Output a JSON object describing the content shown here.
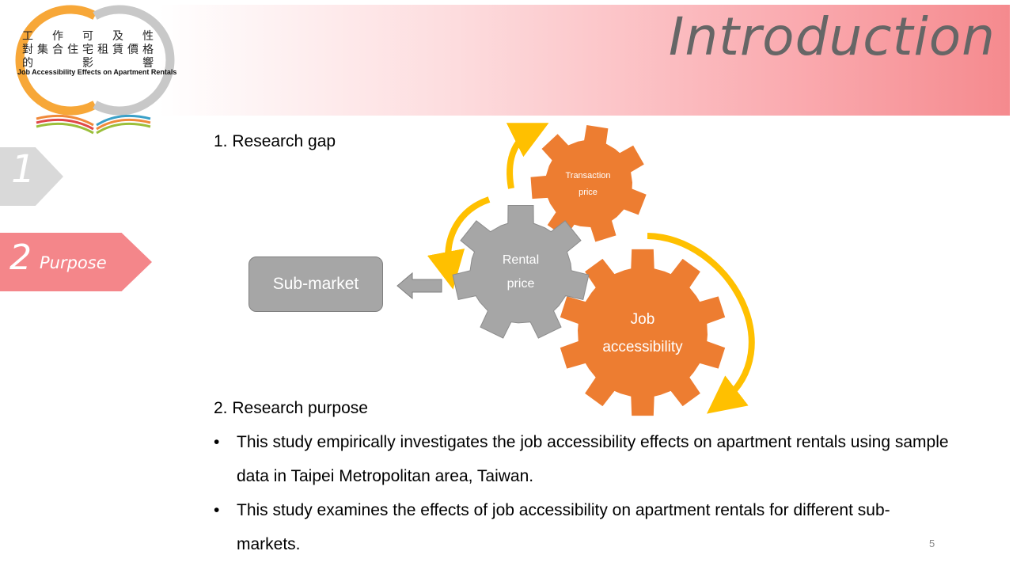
{
  "header": {
    "title": "Introduction"
  },
  "logo": {
    "cjk_rows": [
      [
        "工",
        "作",
        "可",
        "及",
        "性"
      ],
      [
        "對",
        "集",
        "合",
        "住",
        "宅",
        "租",
        "賃",
        "價",
        "格"
      ],
      [
        "的",
        "",
        "影",
        "",
        "響"
      ]
    ],
    "english": "Job Accessibility Effects on Apartment Rentals"
  },
  "nav": {
    "items": [
      {
        "number": "1",
        "label": ""
      },
      {
        "number": "2",
        "label": "Purpose"
      }
    ]
  },
  "content": {
    "section_1_heading": "1. Research gap",
    "section_2_heading": "2. Research purpose",
    "bullets": [
      "This study empirically investigates the job accessibility effects on apartment rentals using sample data in Taipei Metropolitan area, Taiwan.",
      "This study examines the effects of job accessibility on apartment rentals for different sub-markets."
    ],
    "bullet_symbol": "•"
  },
  "diagram": {
    "submarket_label": "Sub-market",
    "gears": {
      "job": "Job accessibility",
      "job_line1": "Job",
      "job_line2": "accessibility",
      "rental_line1": "Rental",
      "rental_line2": "price",
      "transaction_line1": "Transaction",
      "transaction_line2": "price"
    },
    "colors": {
      "orange_gear": "#ed7d31",
      "gray_gear": "#a6a6a6",
      "arrow_yellow": "#ffc000",
      "submarket_fill": "#a6a6a6"
    }
  },
  "footer": {
    "page_number": "5"
  },
  "theme": {
    "banner_end": "#f58a8e",
    "nav_active": "#f4868a",
    "nav_inactive": "#d9d9d9",
    "title_color": "#666666"
  }
}
